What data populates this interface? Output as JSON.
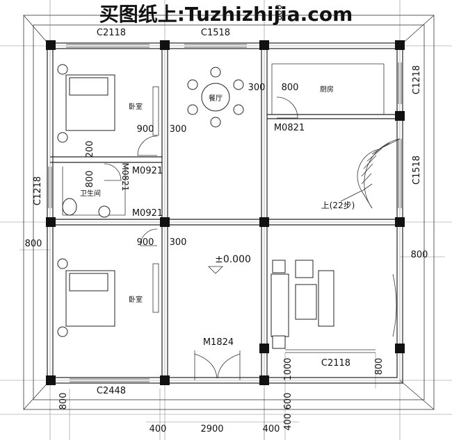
{
  "watermark": "买图纸上:Tuzhizhijia.com",
  "rooms": {
    "bedroom_top": "卧室",
    "dining": "餐厅",
    "kitchen": "厨房",
    "bathroom": "卫生间",
    "bedroom_bottom": "卧室",
    "stair_note": "上(22步)",
    "elevation": "±0.000"
  },
  "windows": {
    "c2118_top": "C2118",
    "c1518_top": "C1518",
    "c1218_right": "C1218",
    "c1518_right": "C1518",
    "c1218_left": "C1218",
    "c2448_bottom": "C2448",
    "c2118_bottom": "C2118"
  },
  "doors": {
    "m0821": "M0821",
    "m0921_a": "M0921",
    "m0821_b": "M0821",
    "m0921_b": "M0921",
    "m1824": "M1824"
  },
  "dims": {
    "d800_kitchen": "800",
    "d300_dining": "300",
    "d900_a": "900",
    "d300_a": "300",
    "d200": "200",
    "d800_bath": "800",
    "d800_left": "800",
    "d900_b": "900",
    "d300_b": "300",
    "d800_right": "800",
    "d800_top": "800",
    "d1000": "1000",
    "d800_br": "800",
    "d600": "600",
    "d400_r": "400",
    "d800_bl": "800",
    "d400_l": "400",
    "d2900": "2900",
    "d400_b": "400"
  }
}
